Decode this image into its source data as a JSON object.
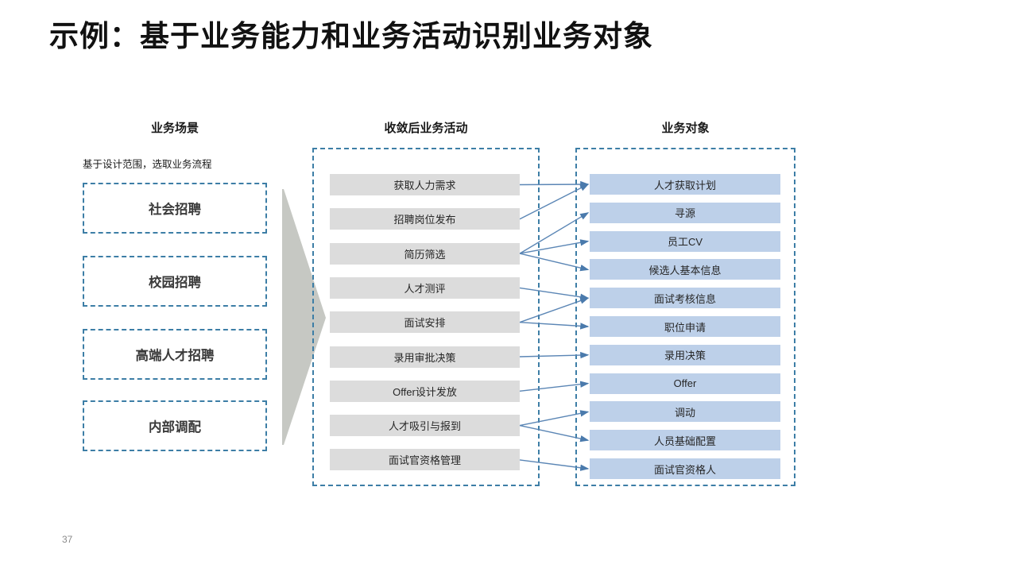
{
  "slide": {
    "title": "示例：基于业务能力和业务活动识别业务对象",
    "page_number": "37"
  },
  "columns": {
    "scenario": {
      "header": "业务场景",
      "subtitle": "基于设计范围，选取业务流程",
      "items": [
        {
          "label": "社会招聘"
        },
        {
          "label": "校园招聘"
        },
        {
          "label": "高端人才招聘"
        },
        {
          "label": "内部调配"
        }
      ]
    },
    "activity": {
      "header": "收敛后业务活动",
      "items": [
        {
          "label": "获取人力需求"
        },
        {
          "label": "招聘岗位发布"
        },
        {
          "label": "简历筛选"
        },
        {
          "label": "人才测评"
        },
        {
          "label": "面试安排"
        },
        {
          "label": "录用审批决策"
        },
        {
          "label": "Offer设计发放"
        },
        {
          "label": "人才吸引与报到"
        },
        {
          "label": "面试官资格管理"
        }
      ]
    },
    "object": {
      "header": "业务对象",
      "items": [
        {
          "label": "人才获取计划"
        },
        {
          "label": "寻源"
        },
        {
          "label": "员工CV"
        },
        {
          "label": "候选人基本信息"
        },
        {
          "label": "面试考核信息"
        },
        {
          "label": "职位申请"
        },
        {
          "label": "录用决策"
        },
        {
          "label": "Offer"
        },
        {
          "label": "调动"
        },
        {
          "label": "人员基础配置"
        },
        {
          "label": "面试官资格人"
        }
      ]
    }
  },
  "connections": [
    {
      "from": 0,
      "to": 0
    },
    {
      "from": 1,
      "to": 0
    },
    {
      "from": 2,
      "to": 1
    },
    {
      "from": 2,
      "to": 2
    },
    {
      "from": 2,
      "to": 3
    },
    {
      "from": 3,
      "to": 4
    },
    {
      "from": 4,
      "to": 4
    },
    {
      "from": 4,
      "to": 5
    },
    {
      "from": 5,
      "to": 6
    },
    {
      "from": 6,
      "to": 7
    },
    {
      "from": 7,
      "to": 8
    },
    {
      "from": 7,
      "to": 9
    },
    {
      "from": 8,
      "to": 10
    }
  ],
  "colors": {
    "dashed_border": "#3d7ea6",
    "activity_fill": "#dcdcdc",
    "object_fill": "#bdd0e9",
    "connector": "#5b86b5",
    "flow_arrow_fill": "#c6c8c3"
  }
}
